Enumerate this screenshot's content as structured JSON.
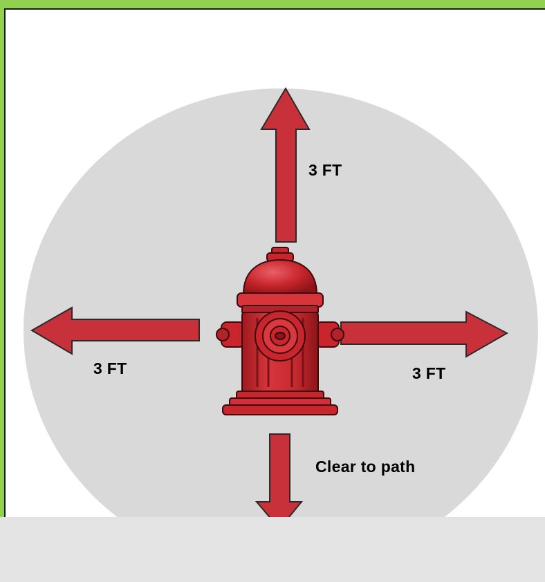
{
  "labels": {
    "up": "3 FT",
    "left": "3 FT",
    "right": "3 FT",
    "down": "Clear to path"
  },
  "colors": {
    "frame_border": "#92d050",
    "clearance_zone": "#d9d9d9",
    "arrow_fill": "#c9313a",
    "arrow_stroke": "#2a2a2a",
    "hydrant_red": "#cc2a2f",
    "footer_band": "#e4e4e4"
  },
  "icons": {
    "hydrant": "fire-hydrant-icon"
  }
}
